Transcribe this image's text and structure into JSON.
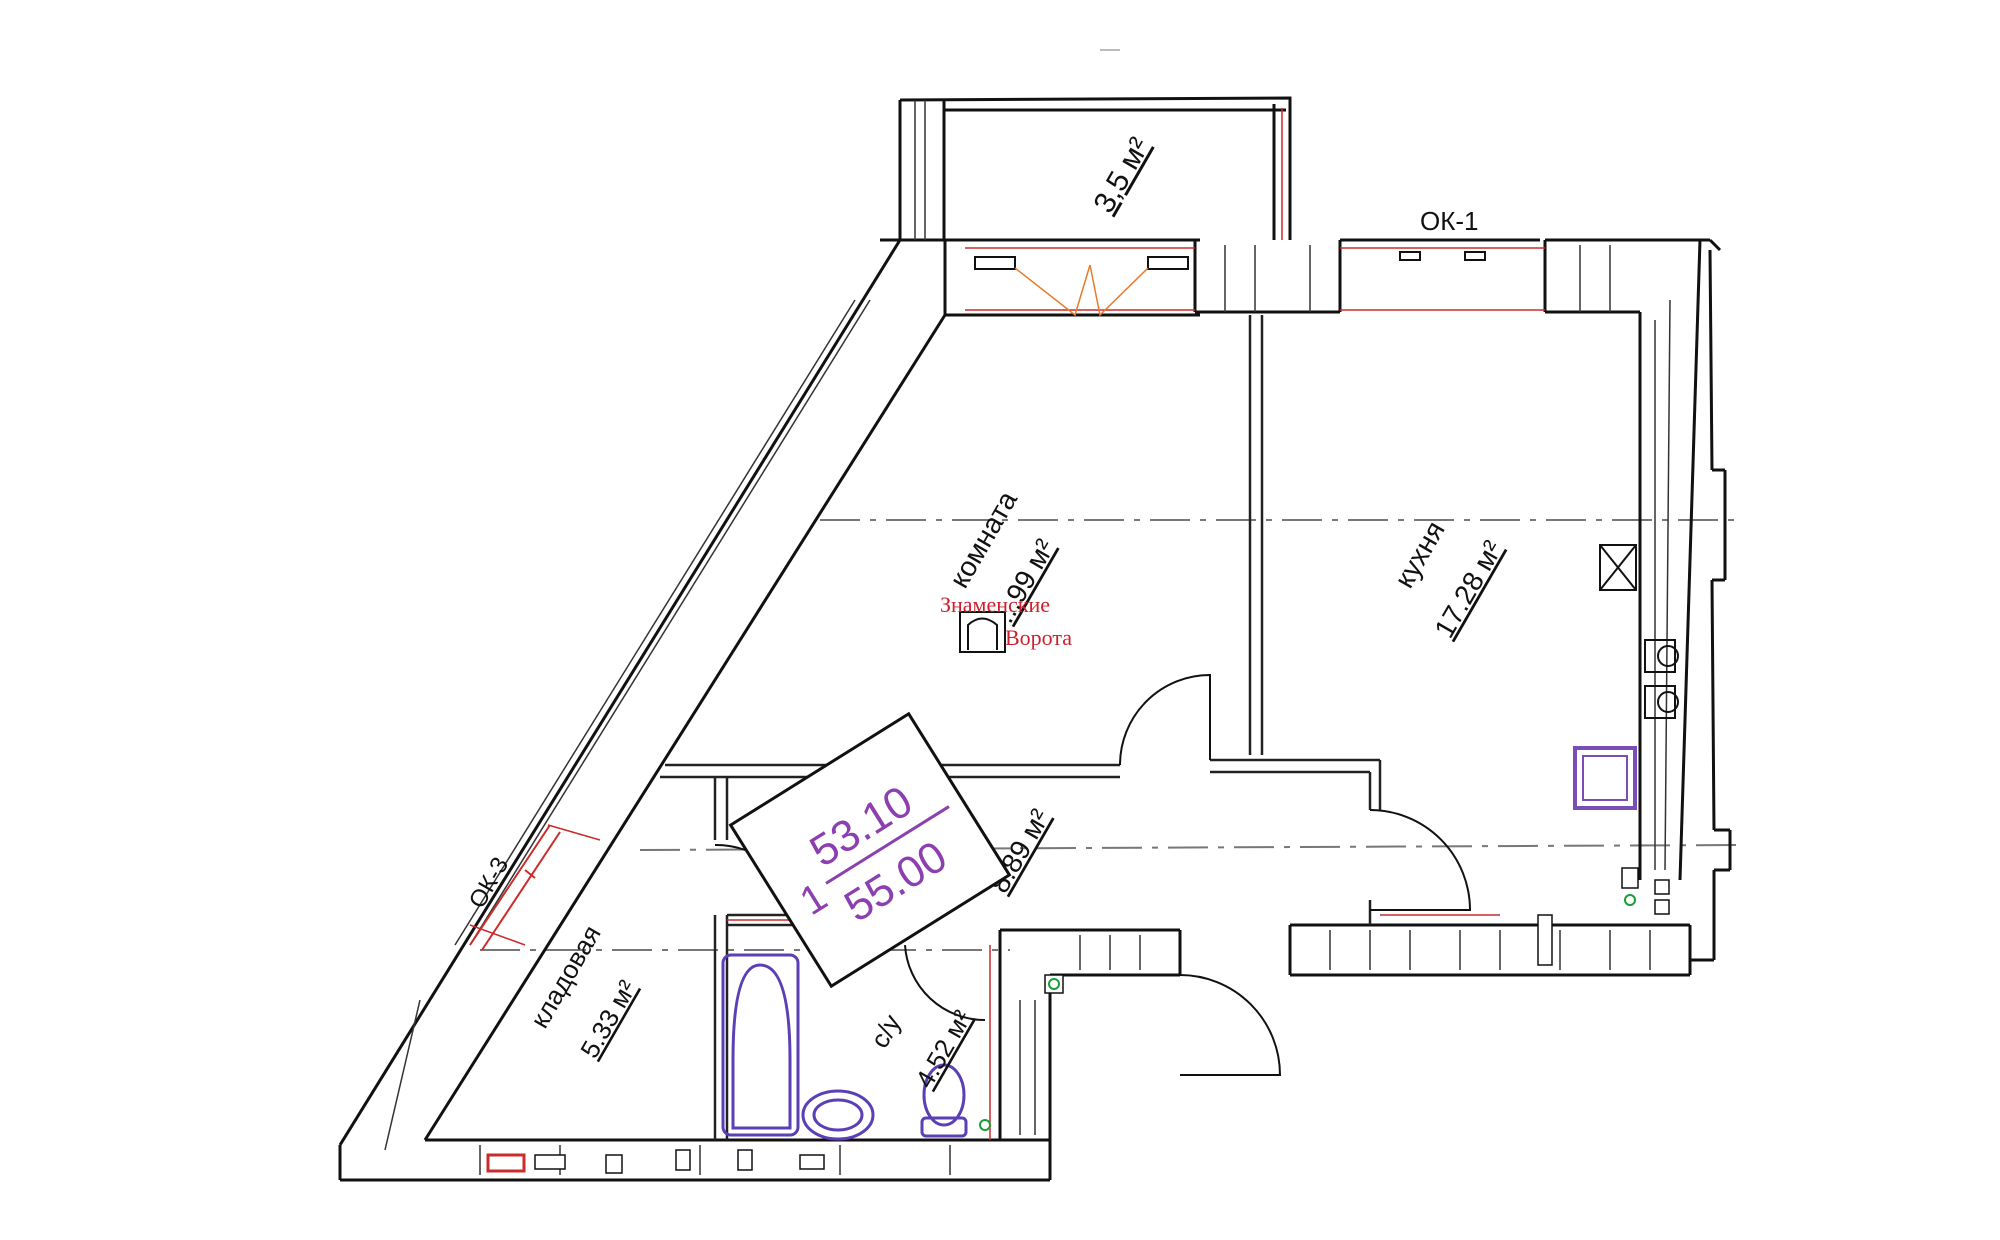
{
  "plan": {
    "rooms": {
      "balcony": {
        "area": "3,5 м²"
      },
      "room": {
        "name": "комната",
        "area": "...99 м²"
      },
      "kitchen": {
        "name": "кухня",
        "area": "17.28 м²"
      },
      "storage": {
        "name": "кладовая",
        "area": "5.33 м²"
      },
      "bathroom": {
        "name": "с/у",
        "area": "4.52 м²"
      },
      "hall": {
        "area": "8.89 м²"
      }
    },
    "windows": {
      "ok1": "ОК-1",
      "ok3": "ОК-3"
    },
    "apartment": {
      "number": "1",
      "area_living": "53.10",
      "area_total": "55.00"
    },
    "logo": {
      "line1": "Знаменские",
      "line2": "Ворота"
    },
    "colors": {
      "walls": "#111111",
      "accent_red": "#cc2b2b",
      "accent_purple": "#7a4fb5",
      "logo_red": "#cc1f2d"
    }
  }
}
